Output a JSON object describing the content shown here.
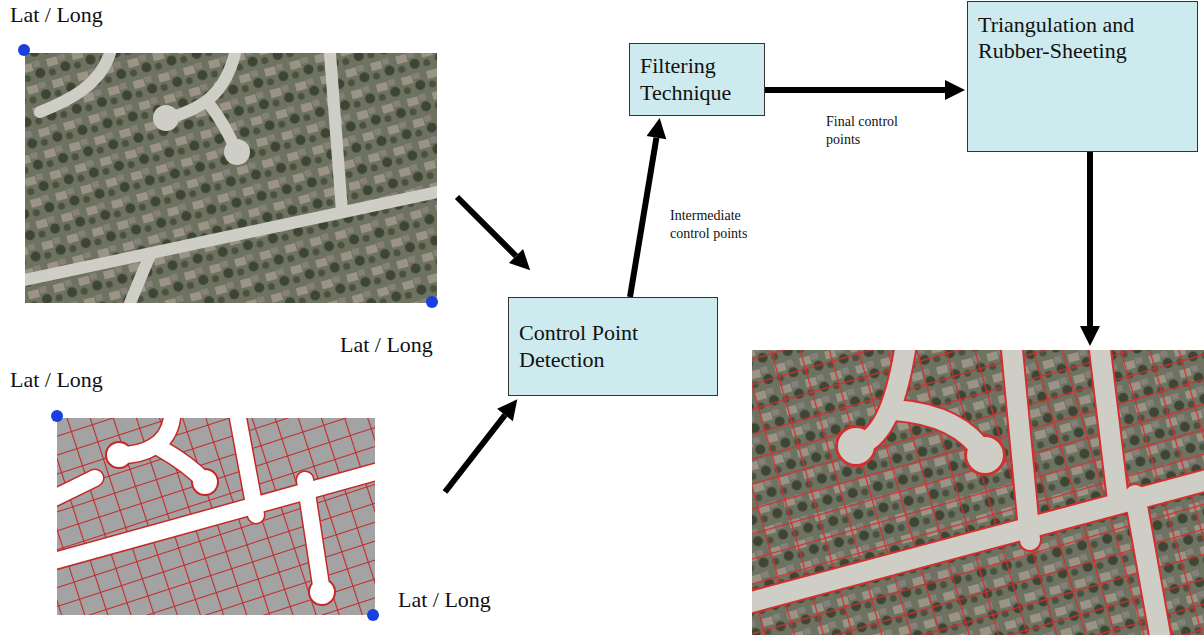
{
  "diagram": {
    "nodes": [
      {
        "text": [
          "Control Point Detection"
        ]
      },
      {
        "text": [
          "Filtering Technique"
        ]
      },
      {
        "text": [
          "Triangulation and Rubber-Sheeting"
        ]
      }
    ],
    "edges": [
      {
        "from": 0,
        "to": 1,
        "arrow": "to",
        "label": "Intermediate control points"
      },
      {
        "from": 1,
        "to": 2,
        "arrow": "to",
        "label": "Final control points"
      }
    ],
    "labels": [
      "Lat / Long",
      "Lat / Long",
      "Lat / Long",
      "Lat / Long"
    ]
  }
}
